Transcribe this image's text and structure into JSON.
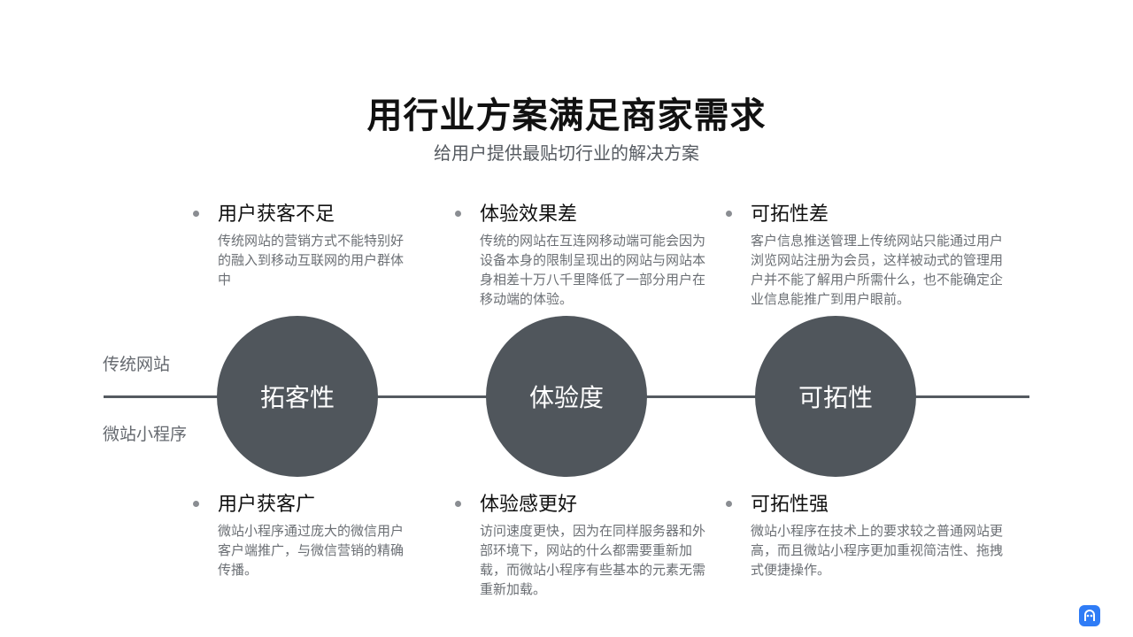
{
  "header": {
    "title": "用行业方案满足商家需求",
    "subtitle": "给用户提供最贴切行业的解决方案"
  },
  "axis": {
    "top_label": "传统网站",
    "bottom_label": "微站小程序"
  },
  "columns": [
    {
      "circle": "拓客性",
      "top": {
        "head": "用户获客不足",
        "desc": "传统网站的营销方式不能特别好的融入到移动互联网的用户群体中"
      },
      "bottom": {
        "head": "用户获客广",
        "desc": "微站小程序通过庞大的微信用户客户端推广，与微信营销的精确传播。"
      }
    },
    {
      "circle": "体验度",
      "top": {
        "head": "体验效果差",
        "desc": "传统的网站在互连网移动端可能会因为设备本身的限制呈现出的网站与网站本身相差十万八千里降低了一部分用户在移动端的体验。"
      },
      "bottom": {
        "head": "体验感更好",
        "desc": "访问速度更快，因为在同样服务器和外部环境下，网站的什么都需要重新加载，而微站小程序有些基本的元素无需重新加载。"
      }
    },
    {
      "circle": "可拓性",
      "top": {
        "head": "可拓性差",
        "desc": "客户信息推送管理上传统网站只能通过用户浏览网站注册为会员，这样被动式的管理用户并不能了解用户所需什么，也不能确定企业信息能推广到用户眼前。"
      },
      "bottom": {
        "head": "可拓性强",
        "desc": "微站小程序在技术上的要求较之普通网站更高，而且微站小程序更加重视简洁性、拖拽式便捷操作。"
      }
    }
  ],
  "colors": {
    "circle": "#50565c",
    "line": "#555a60",
    "accent": "#2f7cf6"
  },
  "corner_icon": "app-logo-icon"
}
